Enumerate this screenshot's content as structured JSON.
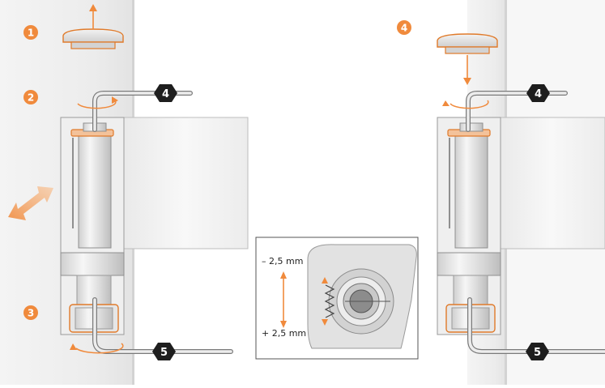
{
  "steps": {
    "remove_cap": "1",
    "turn_key_top": "2",
    "turn_key_bottom": "3",
    "replace_cap": "4"
  },
  "tool_labels": {
    "upper_key_left": "4",
    "lower_key_left": "5",
    "upper_key_right": "4",
    "lower_key_right": "5"
  },
  "adjustment": {
    "minus": "– 2,5 mm",
    "plus": "+ 2,5 mm"
  },
  "colors": {
    "accent": "#f08a3c",
    "frame": "#f0f0f0",
    "hinge_metal": "#d7d7d7",
    "key_badge": "#1e1e1e"
  },
  "icons": {
    "up_arrow": "arrow-up-icon",
    "down_arrow": "arrow-down-icon",
    "rotation": "rotate-icon",
    "diagonal_motion": "diagonal-arrow-icon",
    "hex_key": "hex-key-icon",
    "cap": "cap-icon"
  }
}
